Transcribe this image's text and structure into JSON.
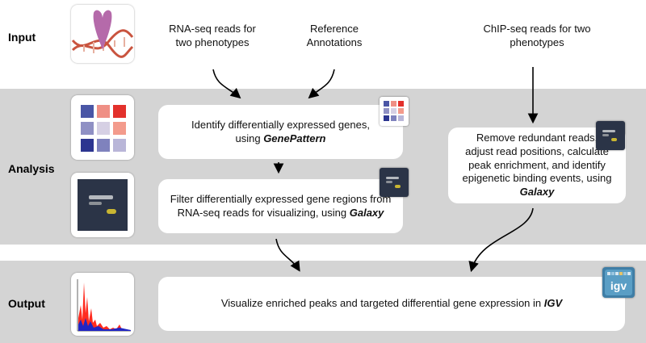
{
  "stages": {
    "input": "Input",
    "analysis": "Analysis",
    "output": "Output"
  },
  "boxes": {
    "rnaseq": "RNA-seq reads for two phenotypes",
    "reference": "Reference Annotations",
    "chipseq": "ChIP-seq reads for two phenotypes",
    "identify_pre": "Identify differentially expressed genes, using ",
    "identify_tool": "GenePattern",
    "filter_pre": "Filter differentially expressed gene regions from RNA-seq reads for visualizing, using ",
    "filter_tool": "Galaxy",
    "remove_pre": "Remove redundant reads, adjust read positions, calculate peak enrichment, and identify epigenetic binding events, using ",
    "remove_tool": "Galaxy",
    "visualize_pre": "Visualize enriched peaks and targeted differential gene expression in ",
    "visualize_tool": "IGV"
  },
  "logos": {
    "igv": "igv"
  },
  "icons": {
    "dna": "dna-icon",
    "heatmap": "heatmap-icon",
    "galaxy": "galaxy-icon",
    "peaks": "peak-chart-icon",
    "igv": "igv-icon"
  },
  "colors": {
    "band": "#d4d4d4",
    "box": "#ffffff",
    "arrow": "#000000"
  }
}
